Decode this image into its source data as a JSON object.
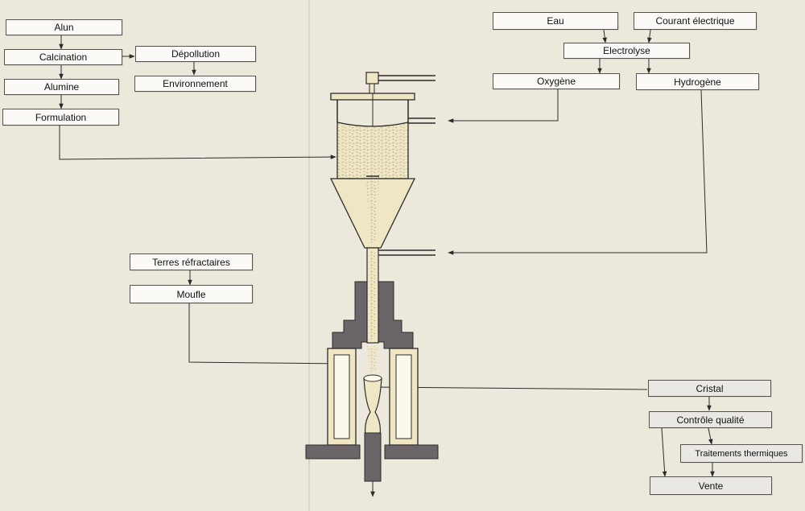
{
  "colors": {
    "background": "#ece8dc",
    "powder": "#efe7c4",
    "refractory": "#6b6469",
    "line": "#2b2b2b"
  },
  "steps": {
    "alun": "Alun",
    "calcination": "Calcination",
    "depollution": "Dépollution",
    "environnement": "Environnement",
    "alumine": "Alumine",
    "formulation": "Formulation",
    "eau": "Eau",
    "courant": "Courant électrique",
    "electrolyse": "Electrolyse",
    "oxygene": "Oxygène",
    "hydrogene": "Hydrogène",
    "terres": "Terres réfractaires",
    "moufle": "Moufle",
    "cristal": "Cristal",
    "controle": "Contrôle qualité",
    "traitements": "Traitements thermiques",
    "vente": "Vente"
  }
}
